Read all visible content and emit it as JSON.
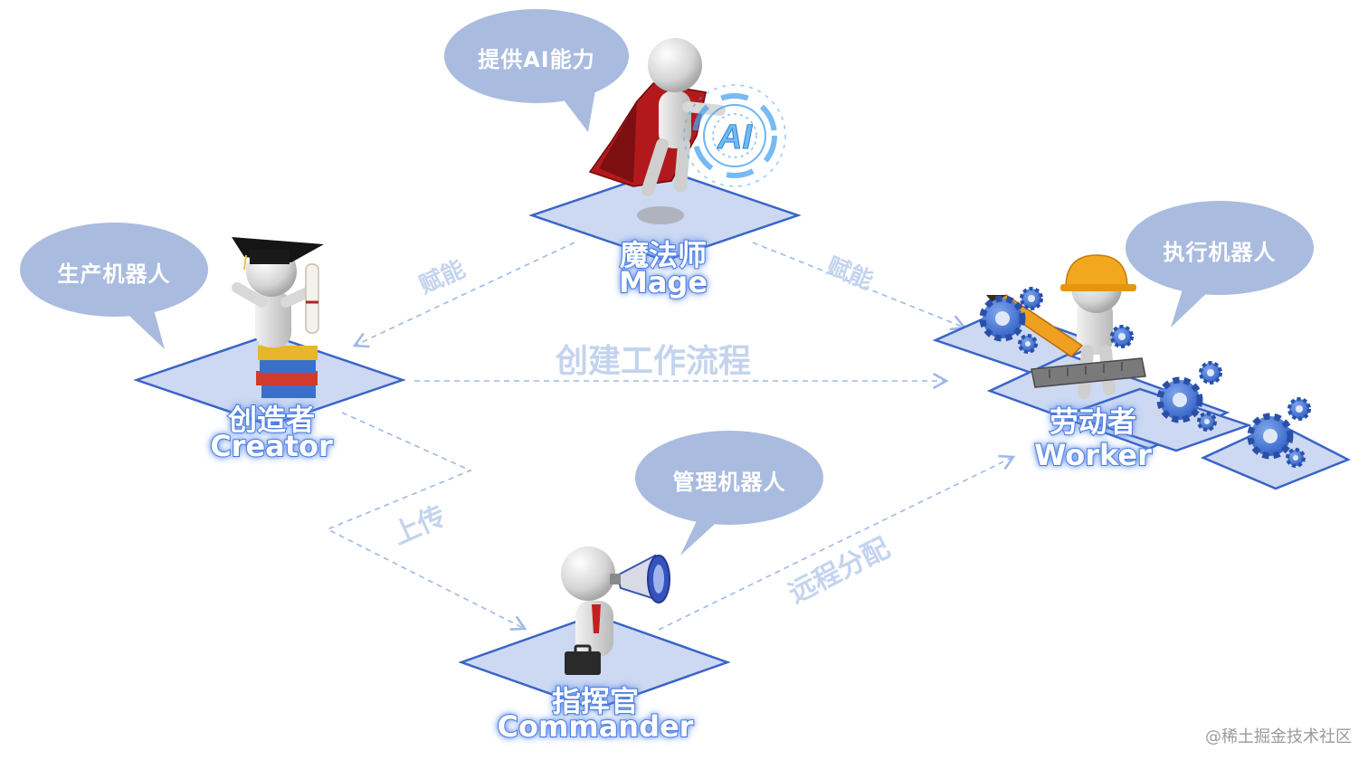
{
  "roles": {
    "mage": {
      "cn": "魔法师",
      "en": "Mage",
      "bubble": "提供AI能力",
      "badge": "AI"
    },
    "creator": {
      "cn": "创造者",
      "en": "Creator",
      "bubble": "生产机器人"
    },
    "worker": {
      "cn": "劳动者",
      "en": "Worker",
      "bubble": "执行机器人"
    },
    "commander": {
      "cn": "指挥官",
      "en": "Commander",
      "bubble": "管理机器人"
    }
  },
  "flows": {
    "mage_to_creator": "赋能",
    "mage_to_worker": "赋能",
    "creator_to_worker": "创建工作流程",
    "creator_to_commander": "上传",
    "commander_to_worker": "远程分配"
  },
  "watermark": "@稀土掘金技术社区",
  "colors": {
    "bubble": "#a9bcdf",
    "platform_fill": "#cdd9f2",
    "platform_stroke": "#3a64c8",
    "arrow": "#9fb8e6",
    "flow_label": "#c4d4ee",
    "text_glow": "#3f6fd8"
  }
}
